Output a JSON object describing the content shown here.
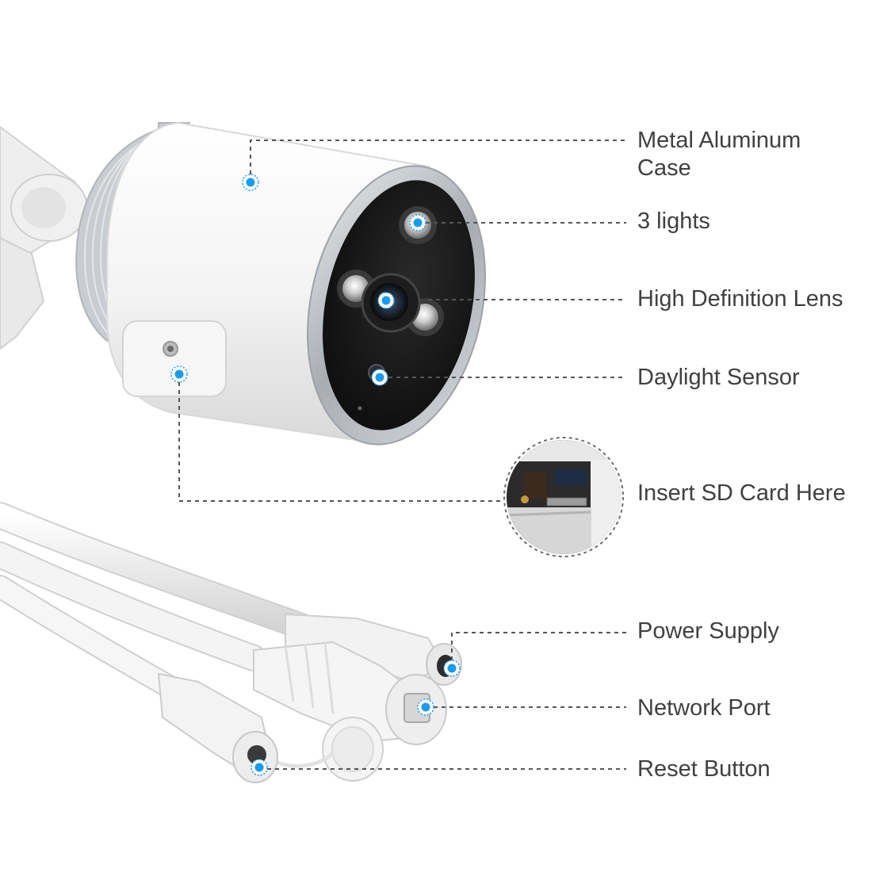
{
  "colors": {
    "background": "#ffffff",
    "label_text": "#404040",
    "leader_line": "#555555",
    "hotspot_blue": "#1e9be8",
    "camera_body": "#f2f2f2",
    "lens_face": "#151515",
    "metal_ring": "#b4b7bb"
  },
  "callouts": [
    {
      "id": "metal-aluminum-case",
      "lines": [
        "Metal Aluminum",
        "Case"
      ],
      "icon": "hotspot-dot-icon"
    },
    {
      "id": "three-lights",
      "lines": [
        "3 lights"
      ],
      "icon": "hotspot-dot-icon"
    },
    {
      "id": "high-definition-lens",
      "lines": [
        "High Definition Lens"
      ],
      "icon": "hotspot-dot-icon"
    },
    {
      "id": "daylight-sensor",
      "lines": [
        "Daylight Sensor"
      ],
      "icon": "hotspot-dot-icon"
    },
    {
      "id": "insert-sd-card",
      "lines": [
        "Insert SD Card Here"
      ],
      "icon": "hotspot-dot-icon"
    },
    {
      "id": "power-supply",
      "lines": [
        "Power Supply"
      ],
      "icon": "hotspot-dot-icon"
    },
    {
      "id": "network-port",
      "lines": [
        "Network Port"
      ],
      "icon": "hotspot-dot-icon"
    },
    {
      "id": "reset-button",
      "lines": [
        "Reset Button"
      ],
      "icon": "hotspot-dot-icon"
    }
  ]
}
